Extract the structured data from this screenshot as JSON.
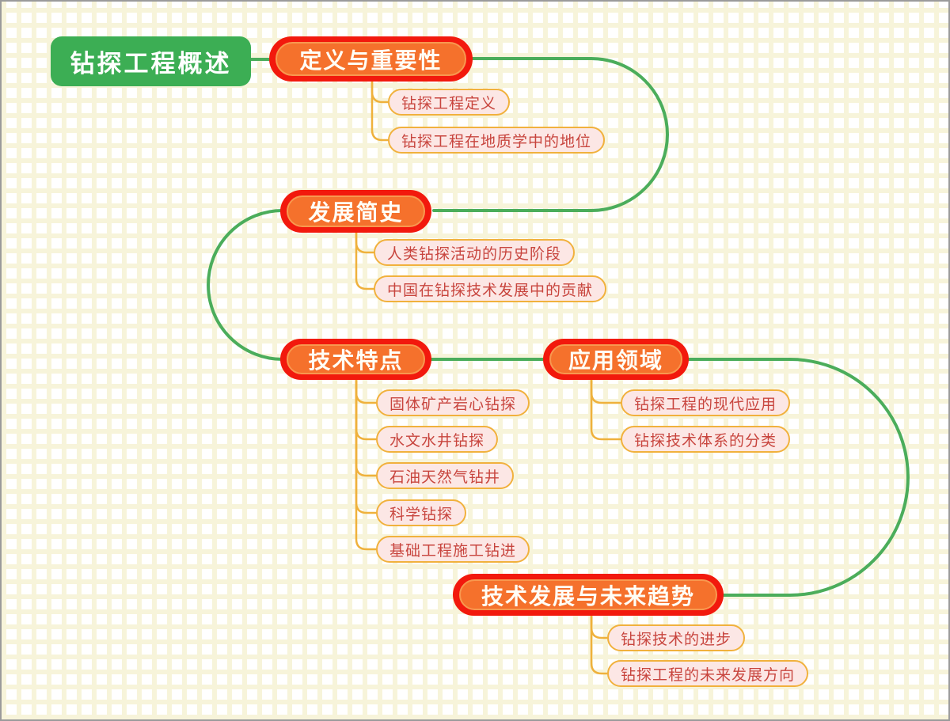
{
  "mindmap": {
    "root": {
      "label": "钻探工程概述"
    },
    "branches": [
      {
        "label": "定义与重要性",
        "children": [
          {
            "label": "钻探工程定义"
          },
          {
            "label": "钻探工程在地质学中的地位"
          }
        ]
      },
      {
        "label": "发展简史",
        "children": [
          {
            "label": "人类钻探活动的历史阶段"
          },
          {
            "label": "中国在钻探技术发展中的贡献"
          }
        ]
      },
      {
        "label": "技术特点",
        "children": [
          {
            "label": "固体矿产岩心钻探"
          },
          {
            "label": "水文水井钻探"
          },
          {
            "label": "石油天然气钻井"
          },
          {
            "label": "科学钻探"
          },
          {
            "label": "基础工程施工钻进"
          }
        ]
      },
      {
        "label": "应用领域",
        "children": [
          {
            "label": "钻探工程的现代应用"
          },
          {
            "label": "钻探技术体系的分类"
          }
        ]
      },
      {
        "label": "技术发展与未来趋势",
        "children": [
          {
            "label": "钻探技术的进步"
          },
          {
            "label": "钻探工程的未来发展方向"
          }
        ]
      }
    ],
    "palette": {
      "root_fill": "#3cae54",
      "branch_outer_red": "#f2190d",
      "branch_inner_orange": "#f5712c",
      "branch_text": "#fffef6",
      "subtopic_fill": "#fce7e5",
      "subtopic_border": "#f1b13d",
      "subtopic_text": "#c8453e",
      "spine_green": "#4bad5b",
      "connector_gold": "#efb13c",
      "grid_line": "#f7f4da"
    }
  }
}
